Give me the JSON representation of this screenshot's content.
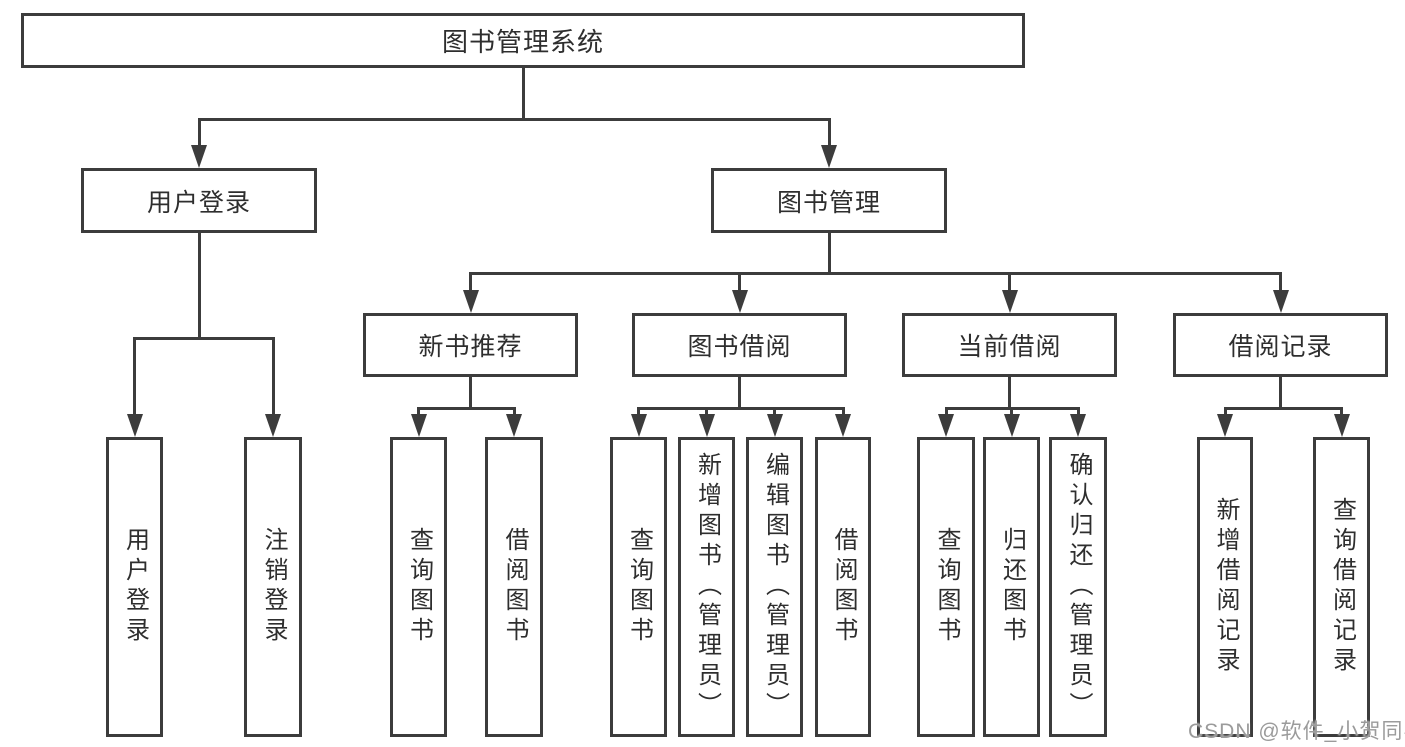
{
  "diagram_title": "图书管理系统",
  "tree": {
    "label": "图书管理系统",
    "children": [
      {
        "label": "用户登录",
        "children": [
          {
            "label": "用户登录"
          },
          {
            "label": "注销登录"
          }
        ]
      },
      {
        "label": "图书管理",
        "children": [
          {
            "label": "新书推荐",
            "children": [
              {
                "label": "查询图书"
              },
              {
                "label": "借阅图书"
              }
            ]
          },
          {
            "label": "图书借阅",
            "children": [
              {
                "label": "查询图书"
              },
              {
                "label": "新增图书（管理员）"
              },
              {
                "label": "编辑图书（管理员）"
              },
              {
                "label": "借阅图书"
              }
            ]
          },
          {
            "label": "当前借阅",
            "children": [
              {
                "label": "查询图书"
              },
              {
                "label": "归还图书"
              },
              {
                "label": "确认归还（管理员）"
              }
            ]
          },
          {
            "label": "借阅记录",
            "children": [
              {
                "label": "新增借阅记录"
              },
              {
                "label": "查询借阅记录"
              }
            ]
          }
        ]
      }
    ]
  },
  "watermark": {
    "text": "CSDN @软件_小贺同学"
  },
  "colors": {
    "line": "#3c3c3c",
    "text": "#2e2e2e",
    "watermark": "#9b9b9b",
    "background": "#ffffff"
  }
}
